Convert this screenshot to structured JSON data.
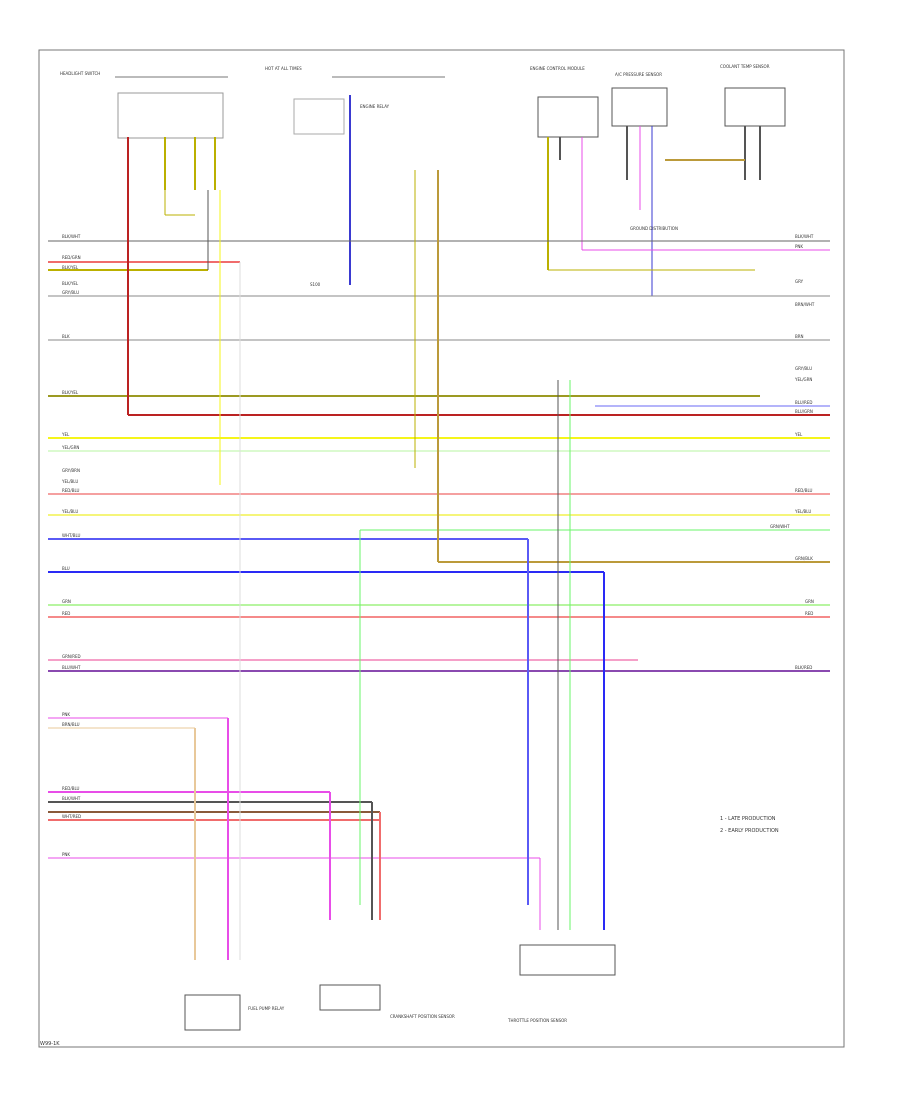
{
  "page_id": "W99-1K",
  "legend": {
    "items": [
      "1 - LATE PRODUCTION",
      "2 - EARLY PRODUCTION"
    ]
  },
  "components": {
    "headlight_switch": "HEADLIGHT SWITCH",
    "fuse": "HOT AT ALL TIMES",
    "relay": "ENGINE RELAY",
    "splice": "S100",
    "module_top": "ENGINE CONTROL MODULE",
    "sensor_top": "A/C PRESSURE SENSOR",
    "module_right": "COOLANT TEMP SENSOR",
    "ground": "GROUND DISTRIBUTION",
    "bottom_left": "FUEL PUMP RELAY",
    "bottom_center": "CRANKSHAFT POSITION SENSOR",
    "bottom_right": "THROTTLE POSITION SENSOR"
  },
  "wire_labels": {
    "left": [
      "BLK/WHT",
      "RED/GRN",
      "BLK/YEL",
      "BLK/YEL",
      "GRY/BLU",
      "BLK",
      "BLK/YEL",
      "YEL",
      "YEL/GRN",
      "GRY/BRN",
      "YEL/BLU",
      "RED/BLU",
      "YEL/BLU",
      "WHT/BLU",
      "BLU",
      "GRN",
      "RED",
      "GRN/RED",
      "BLU/WHT",
      "PNK",
      "BRN/BLU",
      "RED/BLU",
      "BLK/WHT",
      "WHT/RED",
      "PNK"
    ],
    "right": [
      "BLK/WHT",
      "PNK",
      "GRY",
      "BRN/WHT",
      "BRN",
      "GRY/BLU",
      "BLU/RED",
      "YEL/GRN",
      "BLU/GRN",
      "YEL",
      "RED/BLU",
      "YEL/BLU",
      "GRN/WHT",
      "GRN/BLK",
      "GRN",
      "RED",
      "BLK/RED"
    ]
  }
}
